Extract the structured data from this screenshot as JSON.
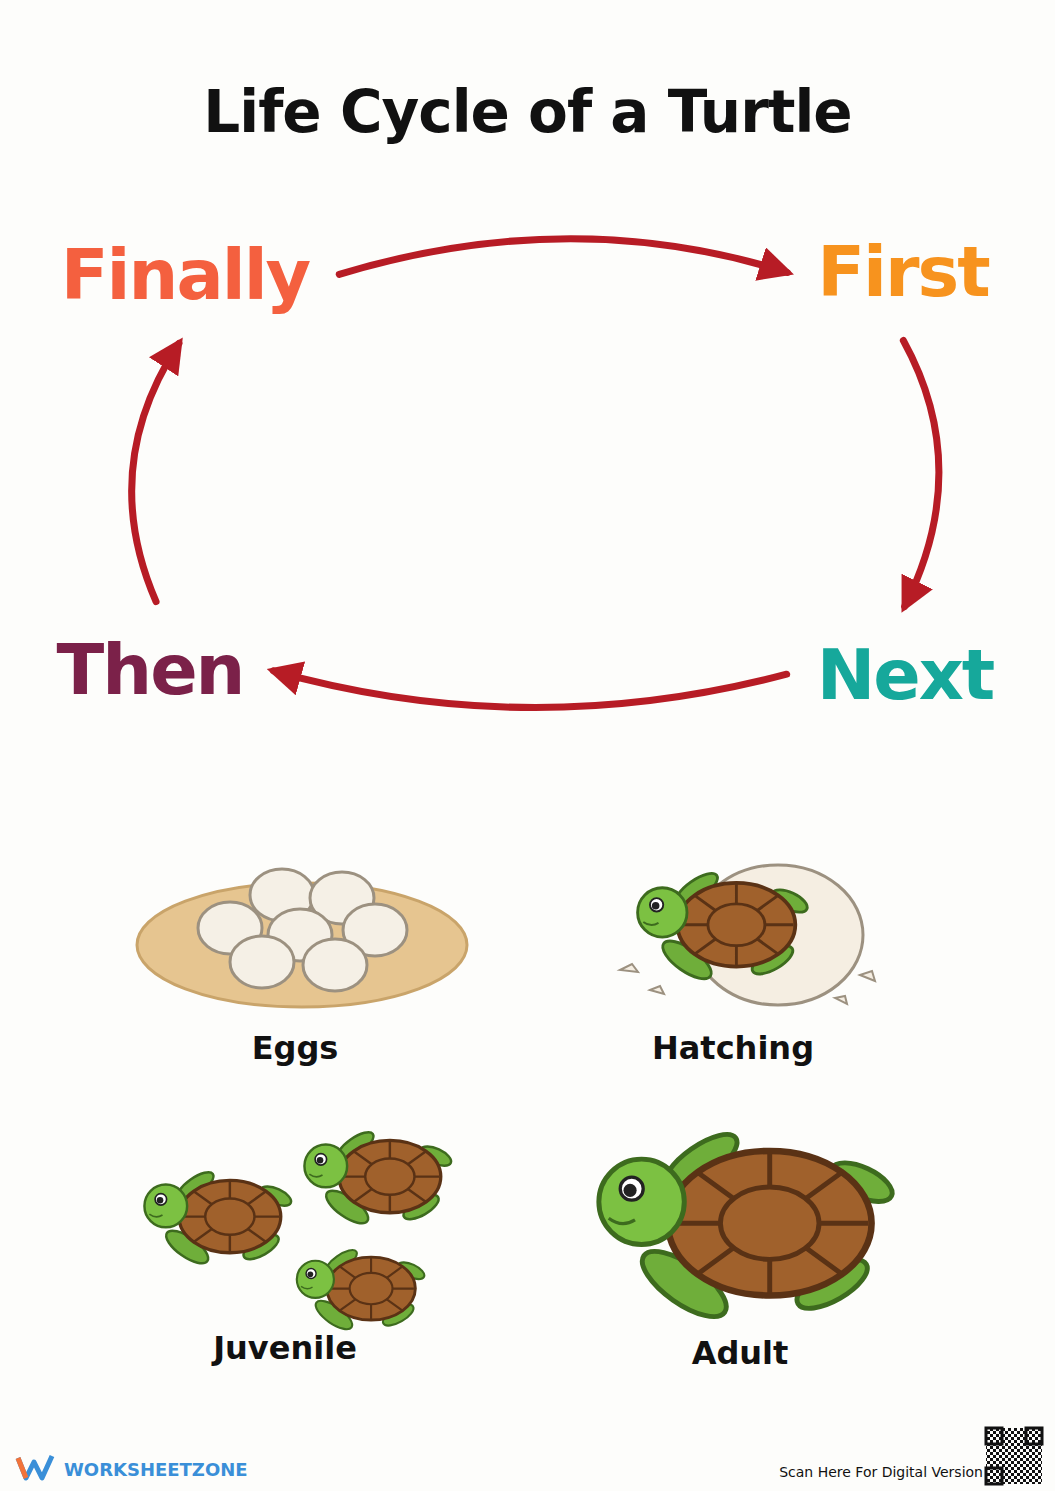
{
  "diagram": {
    "title": "Life Cycle of a Turtle",
    "nodes": [
      {
        "text": [
          "Finally"
        ]
      },
      {
        "text": [
          "First"
        ]
      },
      {
        "text": [
          "Then"
        ]
      },
      {
        "text": [
          "Next"
        ]
      }
    ],
    "edges": [
      {
        "from": 0,
        "to": 1,
        "arrow": "to"
      },
      {
        "from": 1,
        "to": 3,
        "arrow": "to"
      },
      {
        "from": 3,
        "to": 2,
        "arrow": "to"
      },
      {
        "from": 2,
        "to": 0,
        "arrow": "to"
      }
    ],
    "labels": [
      "Eggs",
      "Hatching",
      "Juvenile",
      "Adult",
      "WORKSHEETZONE",
      "Scan Here For Digital Version"
    ]
  }
}
